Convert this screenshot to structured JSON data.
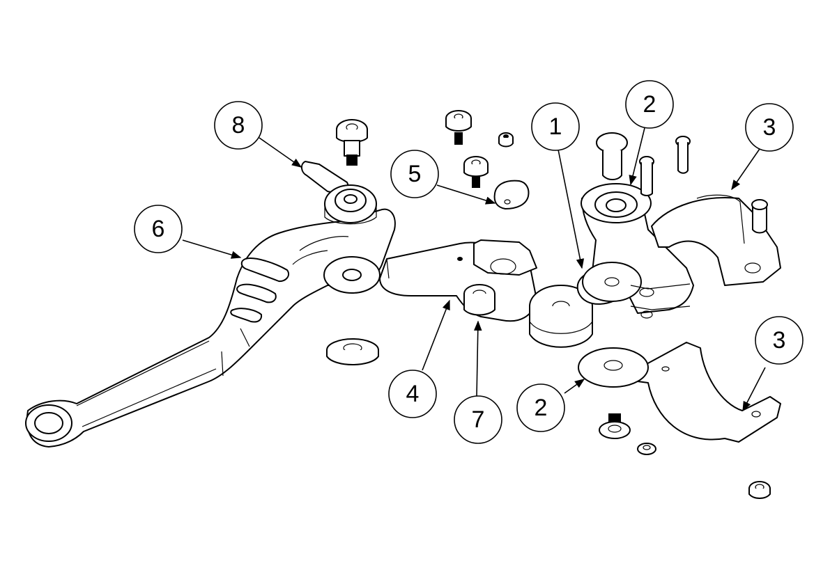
{
  "callouts": [
    {
      "id": "c1",
      "label": "1"
    },
    {
      "id": "c2a",
      "label": "2"
    },
    {
      "id": "c3a",
      "label": "3"
    },
    {
      "id": "c8",
      "label": "8"
    },
    {
      "id": "c5",
      "label": "5"
    },
    {
      "id": "c6",
      "label": "6"
    },
    {
      "id": "c4",
      "label": "4"
    },
    {
      "id": "c7",
      "label": "7"
    },
    {
      "id": "c2b",
      "label": "2"
    },
    {
      "id": "c3b",
      "label": "3"
    }
  ]
}
